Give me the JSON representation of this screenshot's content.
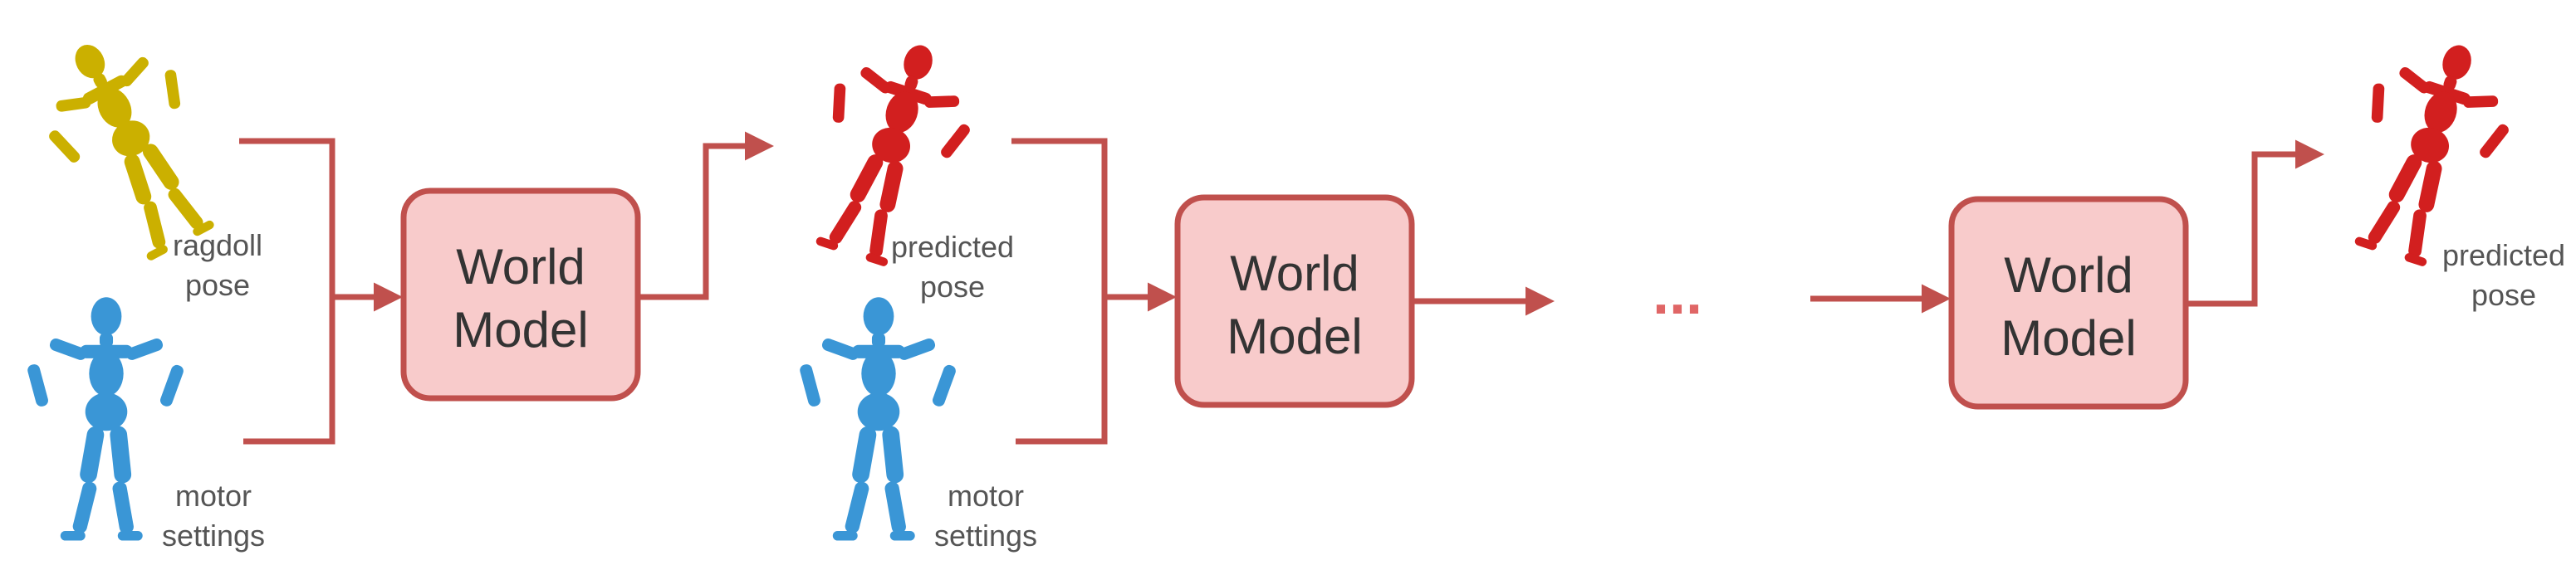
{
  "colors": {
    "arrow": "#c0504d",
    "box_fill": "#f8cbcb",
    "box_stroke": "#c0504d",
    "ragdoll": "#cbb000",
    "motor": "#3a96d6",
    "predicted": "#d21f1f",
    "ellipsis": "#e06666"
  },
  "stages": [
    {
      "inputs": [
        {
          "label_line1": "ragdoll",
          "label_line2": "pose",
          "figure": "ragdoll-figure-icon"
        },
        {
          "label_line1": "motor",
          "label_line2": "settings",
          "figure": "motor-figure-icon"
        }
      ],
      "model_line1": "World",
      "model_line2": "Model"
    },
    {
      "inputs": [
        {
          "label_line1": "predicted",
          "label_line2": "pose",
          "figure": "predicted-figure-icon"
        },
        {
          "label_line1": "motor",
          "label_line2": "settings",
          "figure": "motor-figure-icon"
        }
      ],
      "model_line1": "World",
      "model_line2": "Model"
    },
    {
      "model_line1": "World",
      "model_line2": "Model"
    }
  ],
  "ellipsis": "...",
  "final_output": {
    "label_line1": "predicted",
    "label_line2": "pose",
    "figure": "predicted-figure-icon"
  }
}
